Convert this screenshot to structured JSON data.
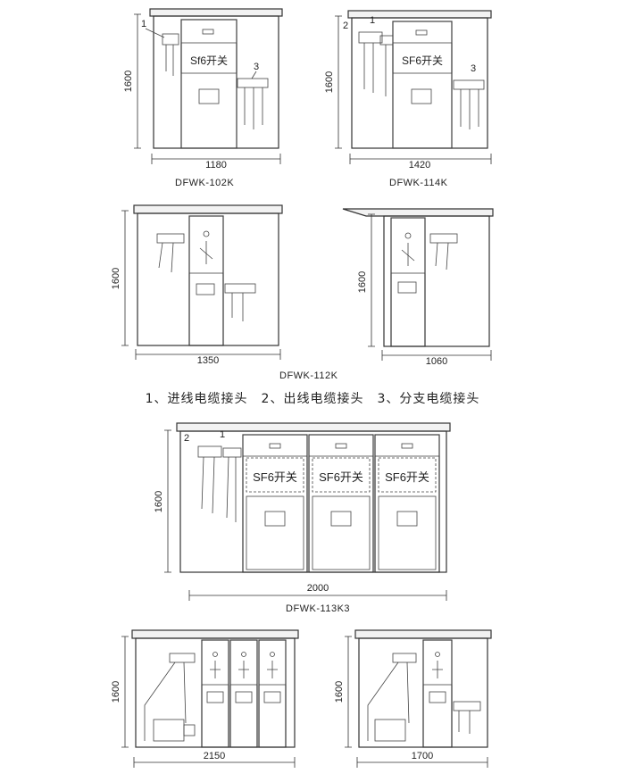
{
  "units": [
    {
      "model": "DFWK-102K",
      "height": "1600",
      "width": "1180",
      "callouts": [
        "1",
        "3"
      ],
      "switch_labels": [
        "Sf6开关"
      ]
    },
    {
      "model": "DFWK-114K",
      "height": "1600",
      "width": "1420",
      "callouts": [
        "2",
        "1",
        "3"
      ],
      "switch_labels": [
        "SF6开关"
      ]
    },
    {
      "model": "DFWK-112K",
      "left": {
        "height": "1600",
        "width": "1350"
      },
      "right": {
        "height": "1600",
        "width": "1060"
      }
    },
    {
      "model": "DFWK-113K3",
      "height": "1600",
      "width": "2000",
      "callouts": [
        "2",
        "1"
      ],
      "switch_labels": [
        "SF6开关",
        "SF6开关",
        "SF6开关"
      ]
    },
    {
      "model": "",
      "left": {
        "height": "1600",
        "width": "2150"
      },
      "right": {
        "height": "1600",
        "width": "1700"
      }
    }
  ],
  "legend": "1、进线电缆接头　2、出线电缆接头　3、分支电缆接头"
}
